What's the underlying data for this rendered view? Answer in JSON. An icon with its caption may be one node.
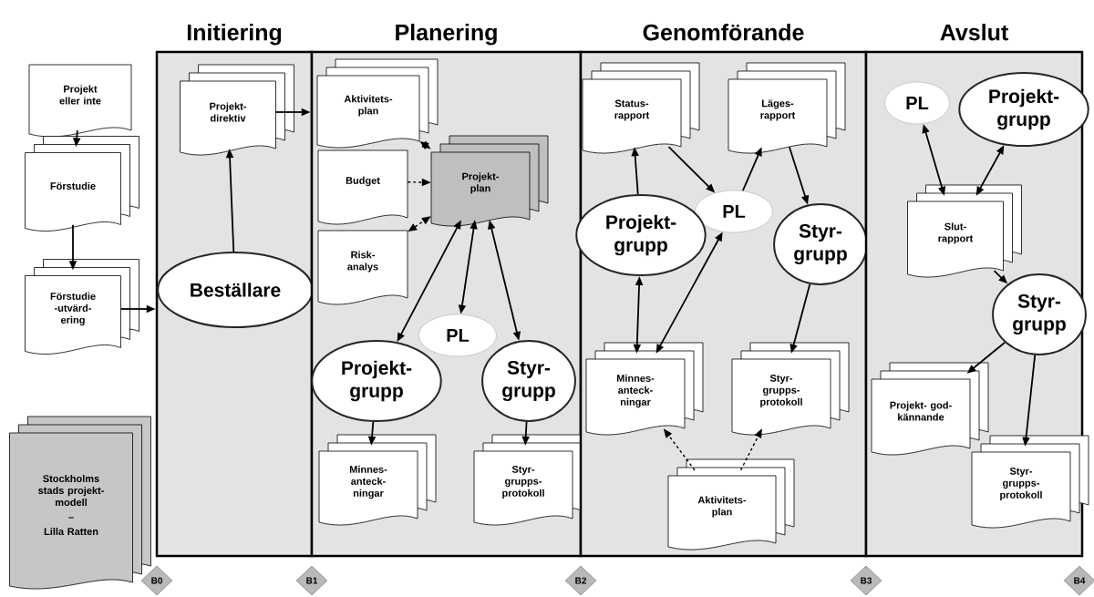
{
  "diagram": {
    "nodes": [
      {
        "text": [
          "Projekt eller inte"
        ]
      },
      {
        "text": [
          "Förstudie"
        ]
      },
      {
        "text": [
          "Förstudie -utvärd- ering"
        ]
      },
      {
        "text": [
          "Stockholms stads projekt- modell",
          "–",
          "Lilla Ratten"
        ]
      },
      {
        "text": [
          "Initiering"
        ]
      },
      {
        "text": [
          "Projekt- direktiv"
        ],
        "in": 4
      },
      {
        "text": [
          "Beställare"
        ],
        "in": 4
      },
      {
        "text": [
          "Planering"
        ]
      },
      {
        "text": [
          "Aktivitets- plan"
        ],
        "in": 7
      },
      {
        "text": [
          "Budget"
        ],
        "in": 7
      },
      {
        "text": [
          "Risk- analys"
        ],
        "in": 7
      },
      {
        "text": [
          "Projekt- plan"
        ],
        "in": 7
      },
      {
        "text": [
          "PL"
        ],
        "in": 7
      },
      {
        "text": [
          "Projekt- grupp"
        ],
        "in": 7
      },
      {
        "text": [
          "Styr- grupp"
        ],
        "in": 7
      },
      {
        "text": [
          "Minnes- anteck- ningar"
        ],
        "in": 7
      },
      {
        "text": [
          "Styr- grupps- protokoll"
        ],
        "in": 7
      },
      {
        "text": [
          "Genomförande"
        ]
      },
      {
        "text": [
          "Status- rapport"
        ],
        "in": 17
      },
      {
        "text": [
          "Läges- rapport"
        ],
        "in": 17
      },
      {
        "text": [
          "PL"
        ],
        "in": 17
      },
      {
        "text": [
          "Projekt- grupp"
        ],
        "in": 17
      },
      {
        "text": [
          "Styr- grupp"
        ],
        "in": 17
      },
      {
        "text": [
          "Minnes- anteck- ningar"
        ],
        "in": 17
      },
      {
        "text": [
          "Styr- grupps- protokoll"
        ],
        "in": 17
      },
      {
        "text": [
          "Aktivitets- plan"
        ],
        "in": 17
      },
      {
        "text": [
          "Avslut"
        ]
      },
      {
        "text": [
          "PL"
        ],
        "in": 26
      },
      {
        "text": [
          "Projekt- grupp"
        ],
        "in": 26
      },
      {
        "text": [
          "Slut- rapport"
        ],
        "in": 26
      },
      {
        "text": [
          "Styr- grupp"
        ],
        "in": 26
      },
      {
        "text": [
          "Projekt- god- kännande"
        ],
        "in": 26
      },
      {
        "text": [
          "Styr- grupps- protokoll"
        ],
        "in": 26
      },
      {
        "text": [
          "B0"
        ]
      },
      {
        "text": [
          "B1"
        ]
      },
      {
        "text": [
          "B2"
        ]
      },
      {
        "text": [
          "B3"
        ]
      },
      {
        "text": [
          "B4"
        ]
      }
    ],
    "edges": [
      {
        "from": 0,
        "to": 1,
        "arrow": "to"
      },
      {
        "from": 1,
        "to": 2,
        "arrow": "to"
      },
      {
        "from": 2,
        "to": 4,
        "arrow": "to"
      },
      {
        "from": 6,
        "to": 5,
        "arrow": "to"
      },
      {
        "from": 5,
        "to": 7,
        "arrow": "to"
      },
      {
        "from": 8,
        "to": 11,
        "arrow": "both",
        "style": "dashed"
      },
      {
        "from": 9,
        "to": 11,
        "arrow": "to",
        "style": "dashed"
      },
      {
        "from": 10,
        "to": 11,
        "arrow": "both",
        "style": "dashed"
      },
      {
        "from": 11,
        "to": 13,
        "arrow": "both"
      },
      {
        "from": 11,
        "to": 12,
        "arrow": "both"
      },
      {
        "from": 11,
        "to": 14,
        "arrow": "both"
      },
      {
        "from": 13,
        "to": 15,
        "arrow": "to"
      },
      {
        "from": 14,
        "to": 16,
        "arrow": "to"
      },
      {
        "from": 21,
        "to": 18,
        "arrow": "to"
      },
      {
        "from": 18,
        "to": 20,
        "arrow": "to"
      },
      {
        "from": 20,
        "to": 19,
        "arrow": "to"
      },
      {
        "from": 19,
        "to": 22,
        "arrow": "to"
      },
      {
        "from": 21,
        "to": 23,
        "arrow": "both"
      },
      {
        "from": 20,
        "to": 23,
        "arrow": "both"
      },
      {
        "from": 22,
        "to": 24,
        "arrow": "to"
      },
      {
        "from": 25,
        "to": 23,
        "arrow": "to",
        "style": "dashed"
      },
      {
        "from": 25,
        "to": 24,
        "arrow": "to",
        "style": "dashed"
      },
      {
        "from": 27,
        "to": 29,
        "arrow": "both"
      },
      {
        "from": 28,
        "to": 29,
        "arrow": "both"
      },
      {
        "from": 29,
        "to": 30,
        "arrow": "to"
      },
      {
        "from": 30,
        "to": 31,
        "arrow": "to"
      },
      {
        "from": 30,
        "to": 32,
        "arrow": "to"
      }
    ]
  }
}
